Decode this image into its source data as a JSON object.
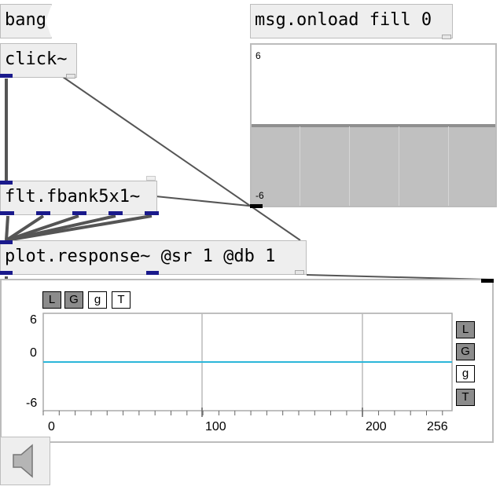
{
  "objects": {
    "bang": "bang",
    "msg_onload": "msg.onload fill 0",
    "click": "click~",
    "fbank": "flt.fbank5x1~",
    "plot_response": "plot.response~ @sr 1 @db 1"
  },
  "array": {
    "ymax_label": "6",
    "ymin_label": "-6",
    "value": 0
  },
  "plot": {
    "top_buttons": [
      {
        "label": "L",
        "state": "on"
      },
      {
        "label": "G",
        "state": "on"
      },
      {
        "label": "g",
        "state": "off"
      },
      {
        "label": "T",
        "state": "off"
      }
    ],
    "side_buttons": [
      {
        "label": "L",
        "state": "on"
      },
      {
        "label": "G",
        "state": "on"
      },
      {
        "label": "g",
        "state": "off"
      },
      {
        "label": "T",
        "state": "on"
      }
    ],
    "y_labels": [
      "6",
      "0",
      "-6"
    ],
    "x_labels": [
      "0",
      "100",
      "200",
      "256"
    ],
    "line_color": "#2bb6d9"
  },
  "chart_data": {
    "type": "line",
    "x": [
      0,
      256
    ],
    "series": [
      {
        "values": [
          0,
          0
        ]
      }
    ],
    "xlim": [
      0,
      256
    ],
    "ylim": [
      -6,
      6
    ],
    "grid": true
  }
}
